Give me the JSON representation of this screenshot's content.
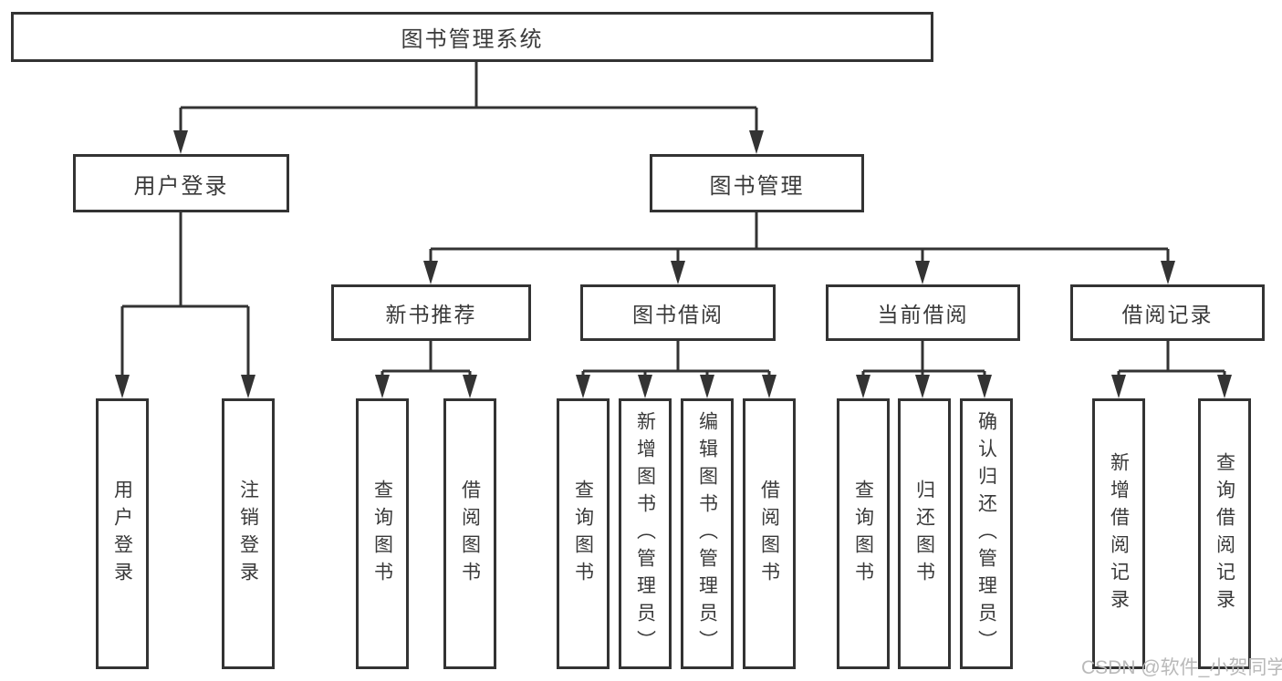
{
  "tree": {
    "root": {
      "label": "图书管理系统"
    },
    "children": [
      {
        "label": "用户登录",
        "children": [
          {
            "label": "用户登录"
          },
          {
            "label": "注销登录"
          }
        ]
      },
      {
        "label": "图书管理",
        "children": [
          {
            "label": "新书推荐",
            "children": [
              {
                "label": "查询图书"
              },
              {
                "label": "借阅图书"
              }
            ]
          },
          {
            "label": "图书借阅",
            "children": [
              {
                "label": "查询图书"
              },
              {
                "label": "新增图书（管理员）"
              },
              {
                "label": "编辑图书（管理员）"
              },
              {
                "label": "借阅图书"
              }
            ]
          },
          {
            "label": "当前借阅",
            "children": [
              {
                "label": "查询图书"
              },
              {
                "label": "归还图书"
              },
              {
                "label": "确认归还（管理员）"
              }
            ]
          },
          {
            "label": "借阅记录",
            "children": [
              {
                "label": "新增借阅记录"
              },
              {
                "label": "查询借阅记录"
              }
            ]
          }
        ]
      }
    ]
  },
  "watermark": {
    "text": "CSDN @软件_小贺同学"
  },
  "colors": {
    "line": "#333333",
    "box_border": "#333333",
    "box_fill": "#ffffff",
    "text": "#3a3a3a",
    "watermark": "#b9b9b9",
    "background": "#ffffff"
  }
}
